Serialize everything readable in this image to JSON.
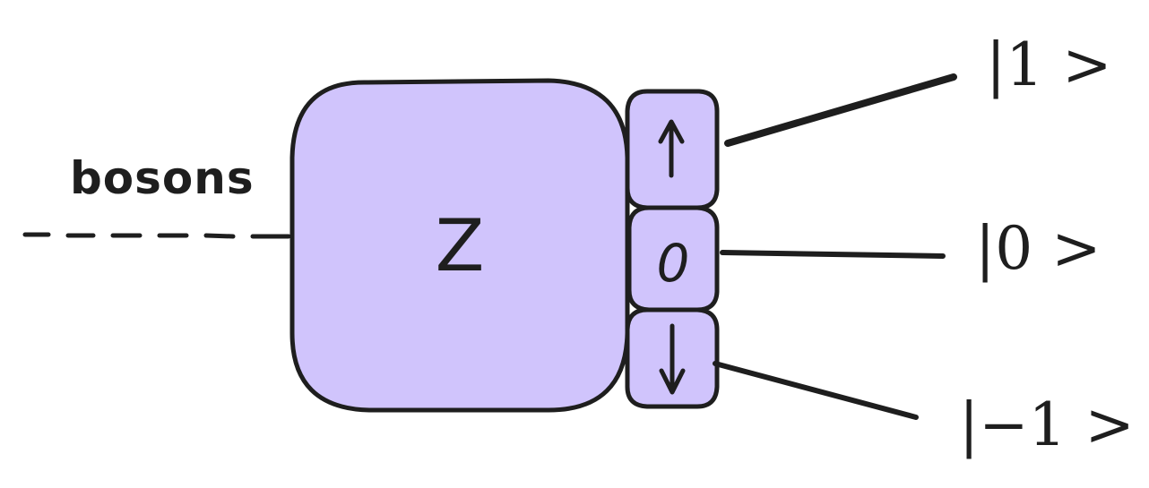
{
  "input": {
    "label": "bosons"
  },
  "main_box": {
    "label": "Z"
  },
  "ports": [
    {
      "name": "up",
      "icon": "arrow-up-icon"
    },
    {
      "name": "zero",
      "label": "0"
    },
    {
      "name": "down",
      "icon": "arrow-down-icon"
    }
  ],
  "outputs": [
    {
      "label": "|1 >"
    },
    {
      "label": "|0 >"
    },
    {
      "label": "|−1 >"
    }
  ],
  "colors": {
    "fill": "#d0c4fc",
    "stroke": "#1e1e1e"
  }
}
